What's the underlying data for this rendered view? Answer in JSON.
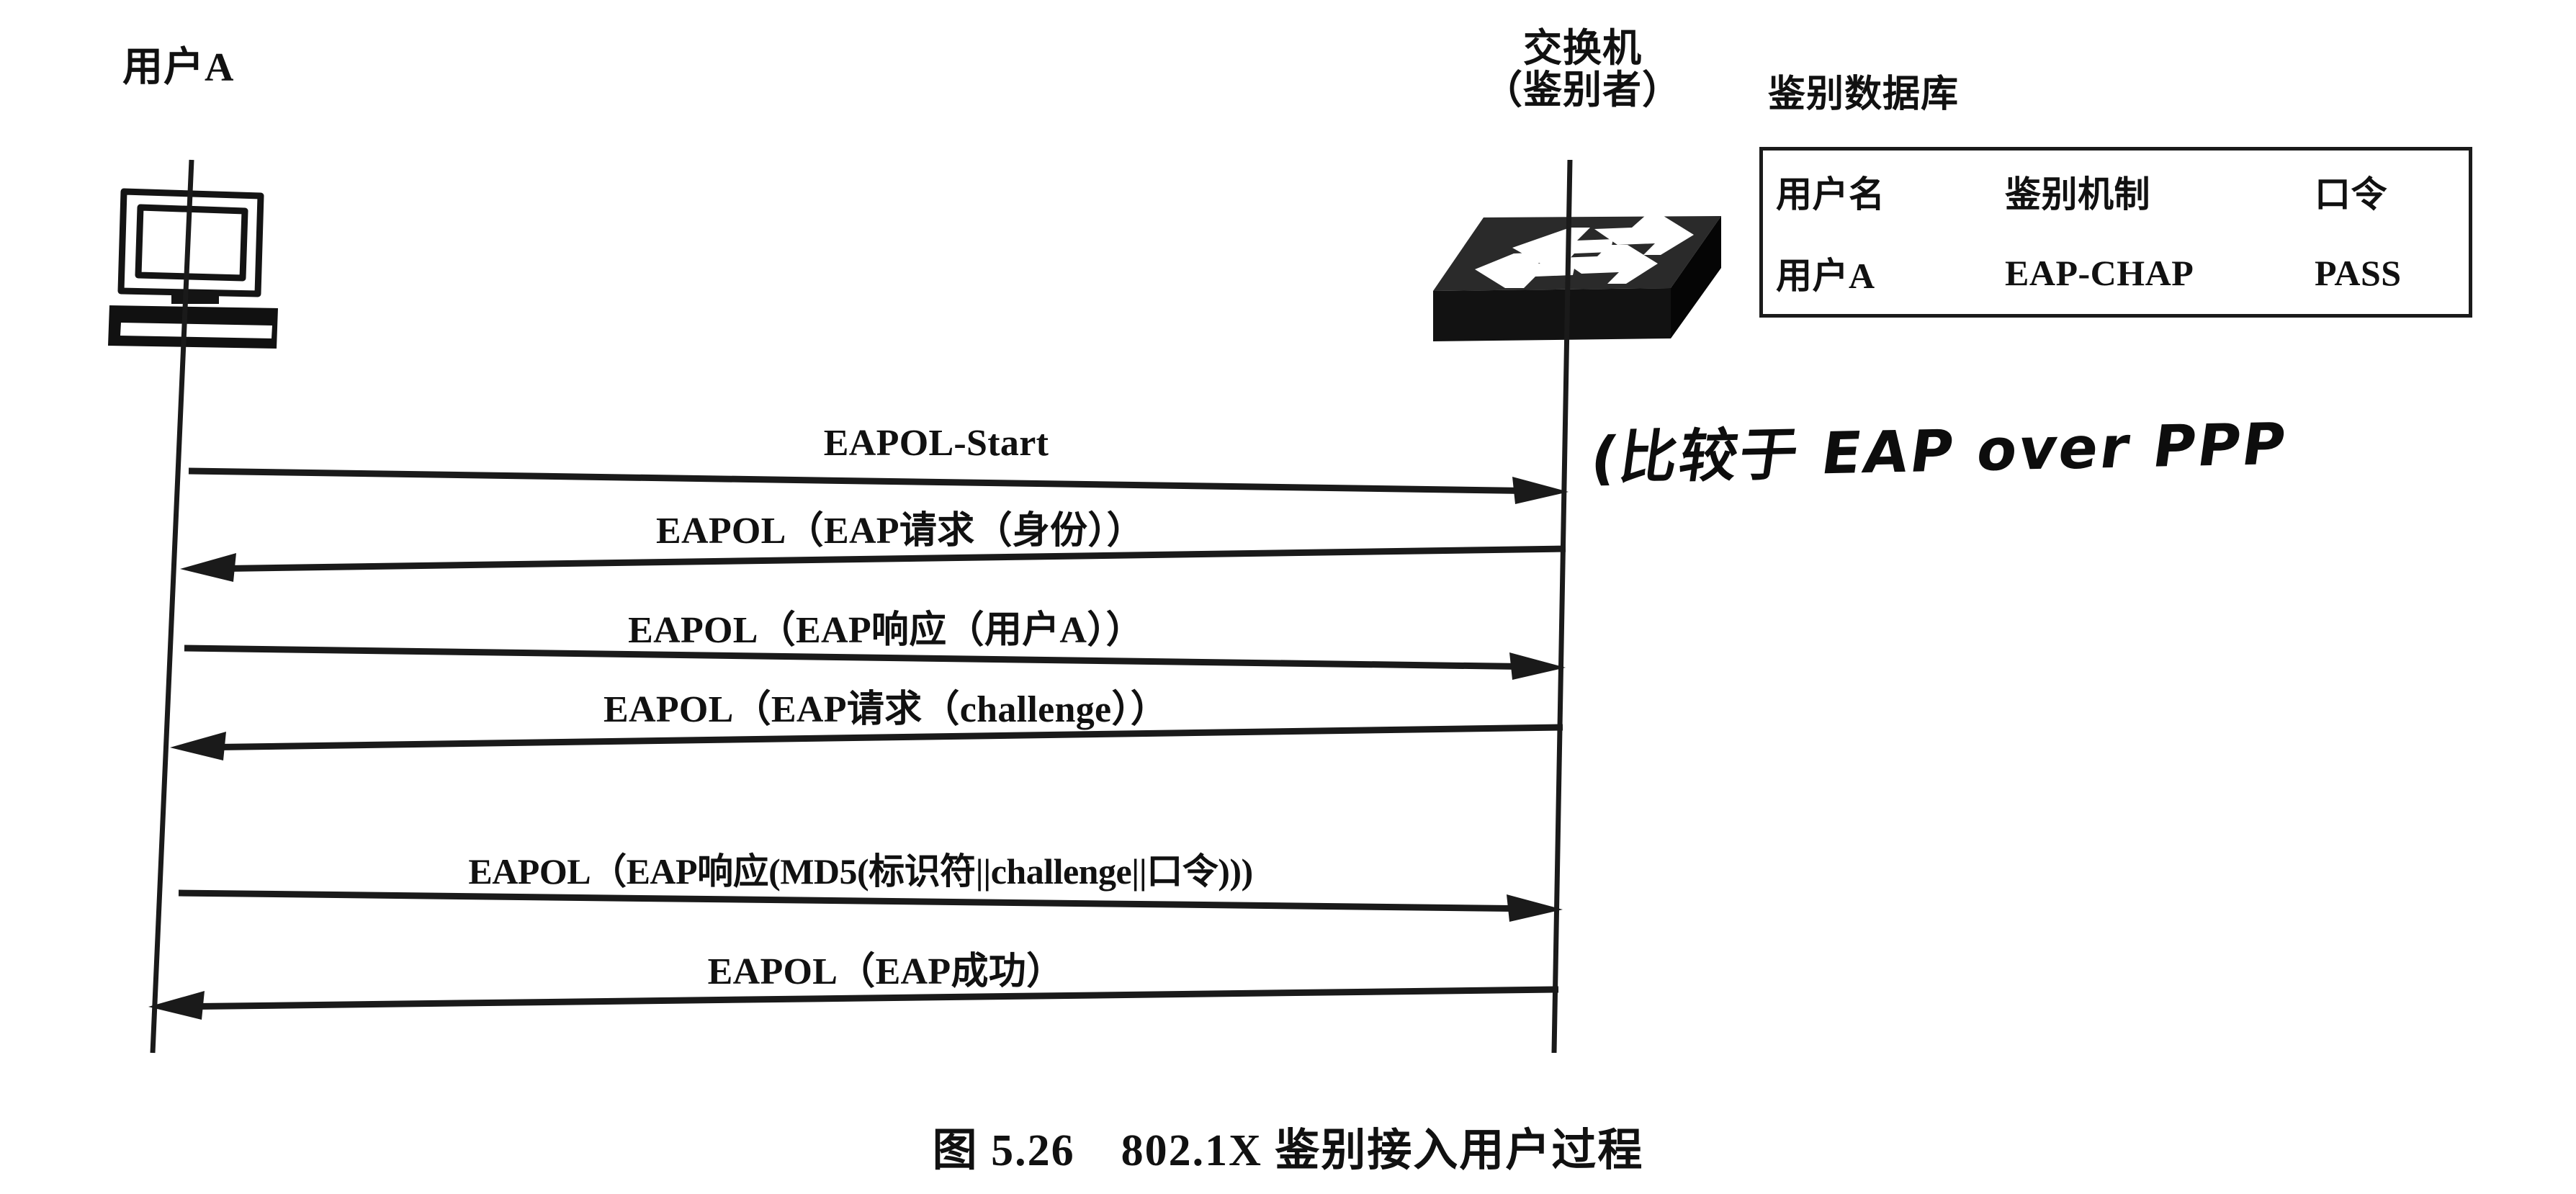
{
  "diagram": {
    "caption": "图 5.26　802.1X 鉴别接入用户过程",
    "handwritten_note": "(比较于 EAP over PPP",
    "actors": {
      "left": {
        "label": "用户A",
        "icon": "desktop-computer-icon"
      },
      "right": {
        "label_line1": "交换机",
        "label_line2": "（鉴别者）",
        "icon": "network-switch-icon"
      }
    },
    "database": {
      "title": "鉴别数据库",
      "columns": [
        "用户名",
        "鉴别机制",
        "口令"
      ],
      "rows": [
        [
          "用户A",
          "EAP-CHAP",
          "PASS"
        ]
      ]
    },
    "messages": [
      {
        "index": 1,
        "label": "EAPOL-Start",
        "direction": "left-to-right"
      },
      {
        "index": 2,
        "label": "EAPOL（EAP请求（身份））",
        "direction": "right-to-left"
      },
      {
        "index": 3,
        "label": "EAPOL（EAP响应（用户A））",
        "direction": "left-to-right"
      },
      {
        "index": 4,
        "label": "EAPOL（EAP请求（challenge））",
        "direction": "right-to-left"
      },
      {
        "index": 5,
        "label": "EAPOL（EAP响应(MD5(标识符||challenge||口令)))",
        "direction": "left-to-right"
      },
      {
        "index": 6,
        "label": "EAPOL（EAP成功）",
        "direction": "right-to-left"
      }
    ],
    "colors": {
      "ink": "#151515",
      "paper": "#ffffff"
    }
  }
}
